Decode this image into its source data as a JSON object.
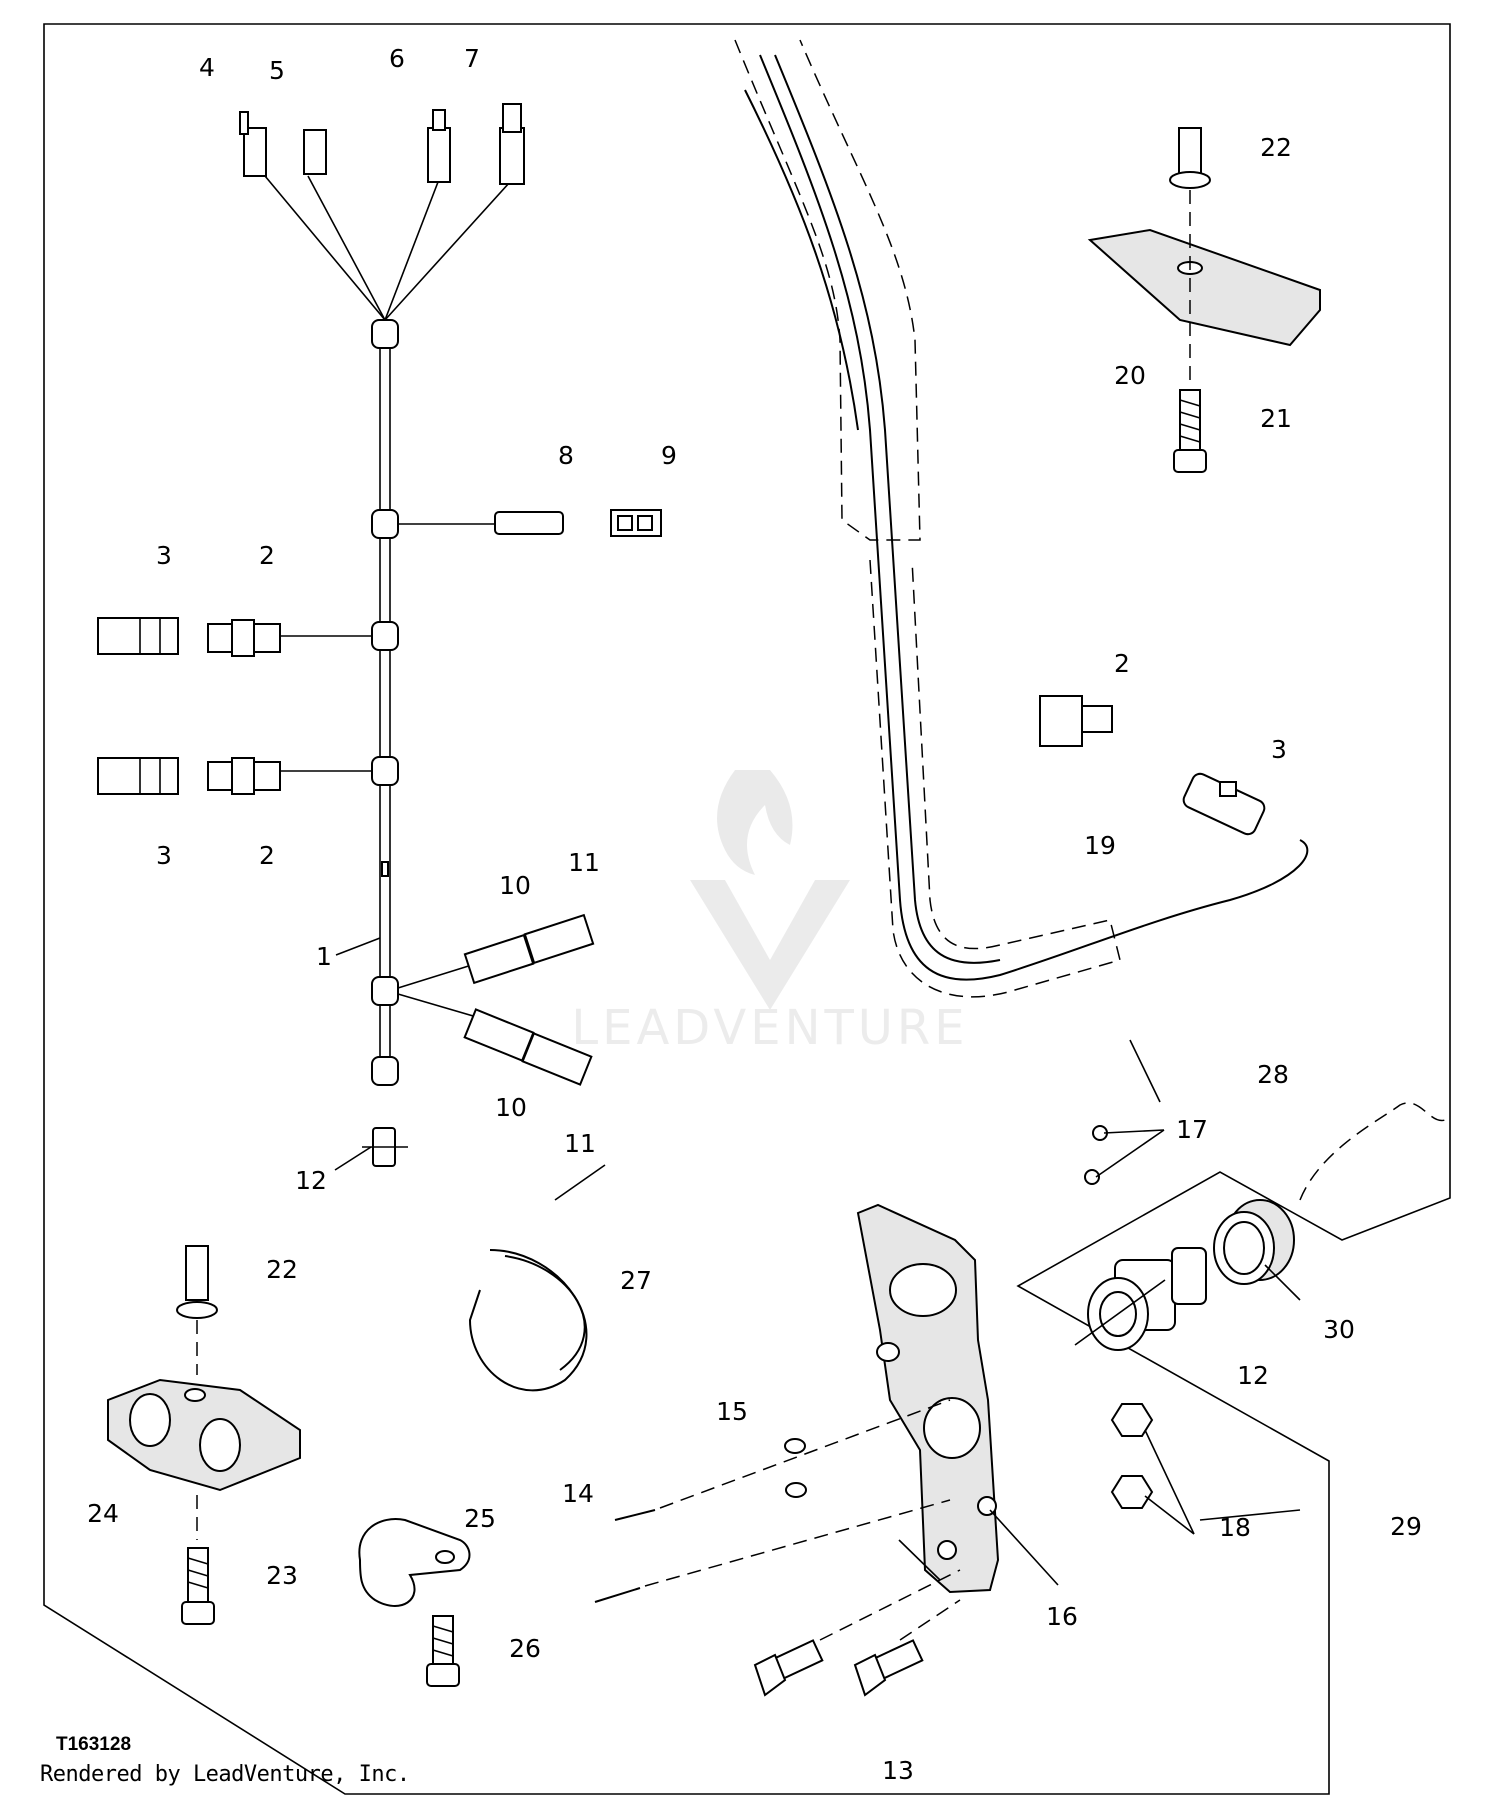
{
  "diagram": {
    "callouts": {
      "c1": "1",
      "c2a": "2",
      "c2b": "2",
      "c2c": "2",
      "c3a": "3",
      "c3b": "3",
      "c3c": "3",
      "c4": "4",
      "c5": "5",
      "c6": "6",
      "c7": "7",
      "c8": "8",
      "c9": "9",
      "c10a": "10",
      "c10b": "10",
      "c11a": "11",
      "c11b": "11",
      "c12a": "12",
      "c12b": "12",
      "c13": "13",
      "c14": "14",
      "c15": "15",
      "c16": "16",
      "c17": "17",
      "c18": "18",
      "c19": "19",
      "c20": "20",
      "c21": "21",
      "c22a": "22",
      "c22b": "22",
      "c23": "23",
      "c24": "24",
      "c25": "25",
      "c26": "26",
      "c27": "27",
      "c28": "28",
      "c29": "29",
      "c30": "30"
    },
    "figure_id": "T163128",
    "credit": "Rendered by LeadVenture, Inc.",
    "watermark": "LEADVENTURE"
  }
}
